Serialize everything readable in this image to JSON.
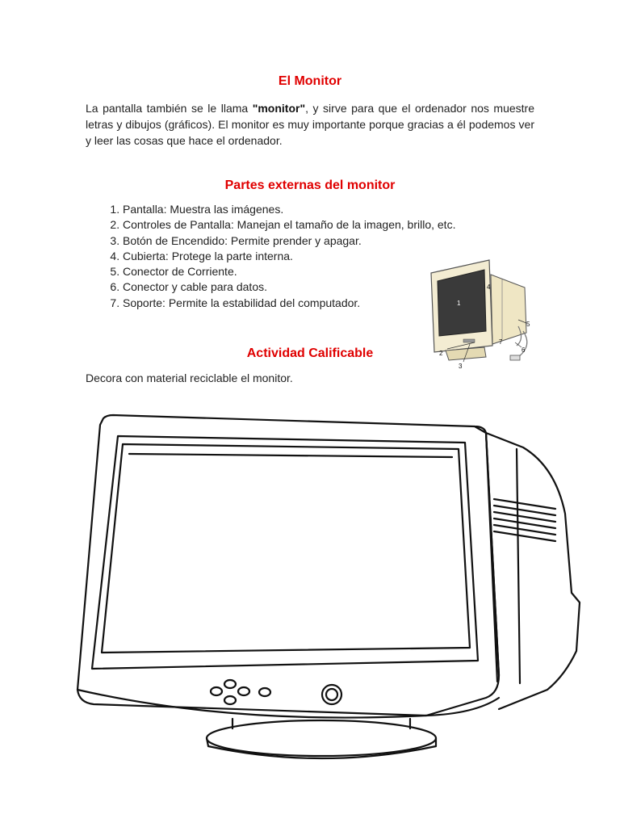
{
  "document": {
    "title": "El Monitor",
    "intro": {
      "before": "La pantalla también se le llama ",
      "bold": "\"monitor\"",
      "after": ", y sirve para que el ordenador nos muestre letras y dibujos (gráficos). El monitor es muy importante porque gracias a él podemos ver y leer las cosas que hace el ordenador."
    },
    "parts_heading": "Partes externas del monitor",
    "parts": [
      "Pantalla: Muestra las imágenes.",
      "Controles de Pantalla: Manejan el tamaño de la imagen, brillo, etc.",
      "Botón de Encendido: Permite prender y apagar.",
      "Cubierta: Protege la parte interna.",
      "Conector de Corriente.",
      "Conector y cable para datos.",
      "Soporte: Permite la estabilidad del computador."
    ],
    "activity_heading": "Actividad Calificable",
    "activity_text": "Decora con material reciclable el monitor.",
    "diagram_labels": [
      "1",
      "2",
      "3",
      "4",
      "5",
      "6",
      "7"
    ]
  },
  "colors": {
    "heading": "#e00000",
    "monitor_body": "#efe6c4",
    "monitor_screen": "#3a3a3a"
  },
  "icons": {
    "small_diagram": "labeled-monitor-diagram",
    "large_drawing": "monitor-outline-drawing"
  }
}
